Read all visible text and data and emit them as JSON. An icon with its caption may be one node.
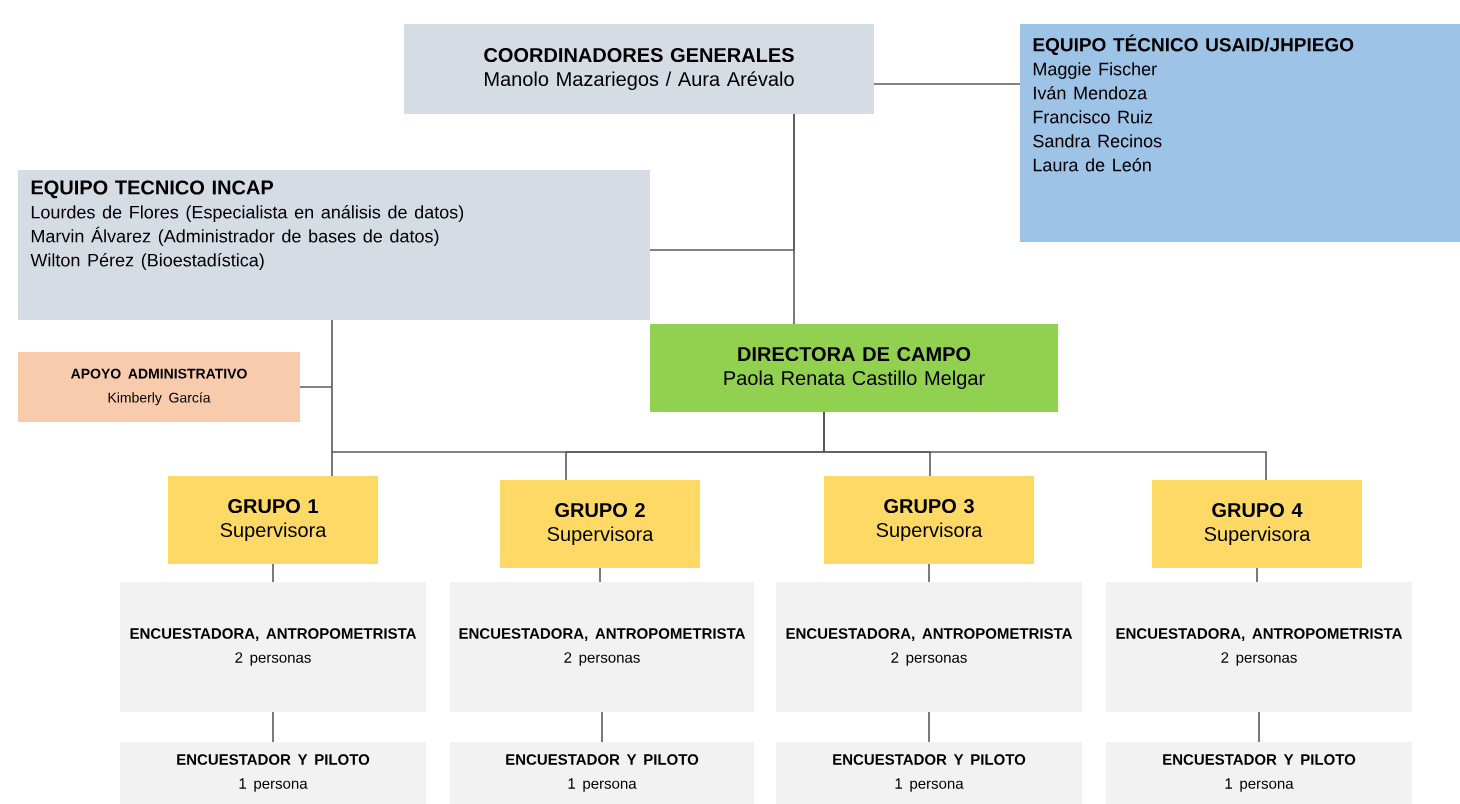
{
  "diagram": {
    "nodes": [
      {
        "text": [
          "COORDINADORES GENERALES",
          "Manolo Mazariegos / Aura Arévalo"
        ]
      },
      {
        "text": [
          "EQUIPO TÉCNICO USAID/JHPIEGO",
          "Maggie Fischer",
          "Iván Mendoza",
          "Francisco Ruiz",
          "Sandra Recinos",
          "Laura de León"
        ]
      },
      {
        "text": [
          "EQUIPO TECNICO INCAP",
          "Lourdes de Flores (Especialista en análisis de datos)",
          "Marvin Álvarez (Administrador de bases de datos)",
          "Wilton Pérez (Bioestadística)"
        ]
      },
      {
        "text": [
          "APOYO ADMINISTRATIVO",
          "Kimberly García"
        ]
      },
      {
        "text": [
          "DIRECTORA DE CAMPO",
          "Paola Renata Castillo Melgar"
        ]
      },
      {
        "text": [
          "GRUPO 1",
          "Supervisora"
        ]
      },
      {
        "text": [
          "GRUPO 2",
          "Supervisora"
        ]
      },
      {
        "text": [
          "GRUPO 3",
          "Supervisora"
        ]
      },
      {
        "text": [
          "GRUPO 4",
          "Supervisora"
        ]
      },
      {
        "text": [
          "ENCUESTADORA, ANTROPOMETRISTA",
          "2 personas"
        ]
      },
      {
        "text": [
          "ENCUESTADORA, ANTROPOMETRISTA",
          "2 personas"
        ]
      },
      {
        "text": [
          "ENCUESTADORA, ANTROPOMETRISTA",
          "2 personas"
        ]
      },
      {
        "text": [
          "ENCUESTADORA, ANTROPOMETRISTA",
          "2 personas"
        ]
      },
      {
        "text": [
          "ENCUESTADOR Y PILOTO",
          "1 persona"
        ]
      },
      {
        "text": [
          "ENCUESTADOR Y PILOTO",
          "1 persona"
        ]
      },
      {
        "text": [
          "ENCUESTADOR Y PILOTO",
          "1 persona"
        ]
      },
      {
        "text": [
          "ENCUESTADOR Y PILOTO",
          "1 persona"
        ]
      }
    ],
    "edges": [
      {
        "from": 0,
        "to": 1,
        "arrow": "none"
      },
      {
        "from": 0,
        "to": 4,
        "arrow": "none"
      },
      {
        "from": 2,
        "to": 0,
        "arrow": "none"
      },
      {
        "from": 2,
        "to": 3,
        "arrow": "none"
      },
      {
        "from": 4,
        "to": 5,
        "arrow": "none"
      },
      {
        "from": 4,
        "to": 6,
        "arrow": "none"
      },
      {
        "from": 4,
        "to": 7,
        "arrow": "none"
      },
      {
        "from": 4,
        "to": 8,
        "arrow": "none"
      },
      {
        "from": 5,
        "to": 9,
        "arrow": "none"
      },
      {
        "from": 6,
        "to": 10,
        "arrow": "none"
      },
      {
        "from": 7,
        "to": 11,
        "arrow": "none"
      },
      {
        "from": 8,
        "to": 12,
        "arrow": "none"
      },
      {
        "from": 9,
        "to": 13,
        "arrow": "none"
      },
      {
        "from": 10,
        "to": 14,
        "arrow": "none"
      },
      {
        "from": 11,
        "to": 15,
        "arrow": "none"
      },
      {
        "from": 12,
        "to": 16,
        "arrow": "none"
      }
    ]
  }
}
